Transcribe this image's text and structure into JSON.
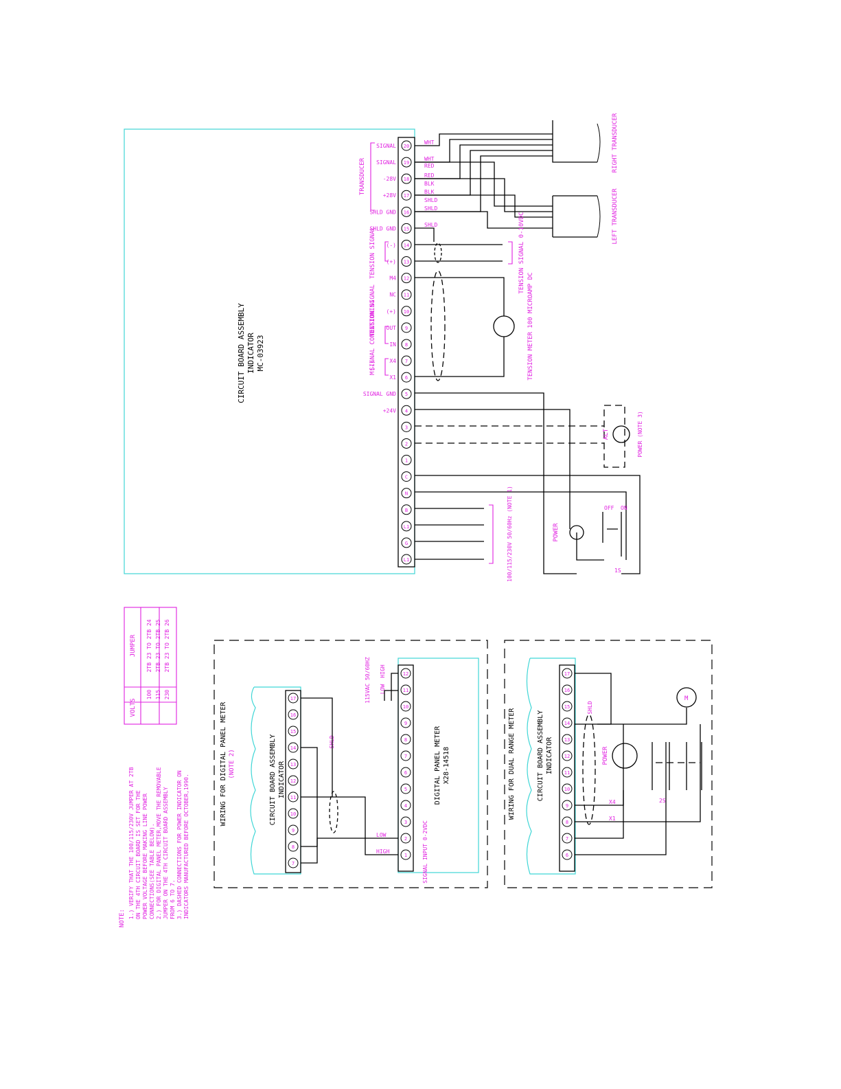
{
  "main_board": {
    "title": "CIRCUIT BOARD ASSEMBLY",
    "subtitle": "INDICATOR",
    "part_no": "MC-03923"
  },
  "terminals": [
    {
      "num": "20",
      "label": "SIGNAL"
    },
    {
      "num": "19",
      "label": "SIGNAL"
    },
    {
      "num": "18",
      "label": "-28V"
    },
    {
      "num": "17",
      "label": "+28V"
    },
    {
      "num": "16",
      "label": "SHLD GND"
    },
    {
      "num": "15",
      "label": "SHLD GND"
    },
    {
      "num": "14",
      "label": "(-)"
    },
    {
      "num": "13",
      "label": "(+)"
    },
    {
      "num": "12",
      "label": "M4"
    },
    {
      "num": "11",
      "label": "NC"
    },
    {
      "num": "10",
      "label": "(+)"
    },
    {
      "num": "9",
      "label": "OUT"
    },
    {
      "num": "8",
      "label": "IN"
    },
    {
      "num": "7",
      "label": "X4"
    },
    {
      "num": "6",
      "label": "X1"
    },
    {
      "num": "5",
      "label": "SIGNAL GND"
    },
    {
      "num": "4",
      "label": "+24V"
    },
    {
      "num": "3",
      "label": ""
    },
    {
      "num": "2",
      "label": ""
    },
    {
      "num": "1",
      "label": ""
    },
    {
      "num": "C",
      "label": ""
    },
    {
      "num": "N",
      "label": ""
    },
    {
      "num": "B",
      "label": ""
    },
    {
      "num": "L1",
      "label": ""
    },
    {
      "num": "G",
      "label": ""
    },
    {
      "num": "L1",
      "label": ""
    }
  ],
  "groups": {
    "transducer": "TRANSDUCER",
    "tension_signal": "TENSION SIGNAL",
    "tension_signal_plus": "TENSION SIGNAL",
    "signal_conditioning": "SIGNAL CONDITIONING",
    "m_minus": "M(-)"
  },
  "wire_labels": [
    "WHT",
    "WHT",
    "RED",
    "RED",
    "BLK",
    "BLK",
    "SHLD",
    "SHLD",
    "SHLD"
  ],
  "right_transducer": "RIGHT TRANSDUCER",
  "left_transducer": "LEFT TRANSDUCER",
  "tension_out": "TENSION SIGNAL 0-10VDC",
  "tension_meter": "TENSION METER 100 MICROAMP DC",
  "power_alt": "ALT",
  "power_note3": "POWER (NOTE 3)",
  "power_lamp": "POWER",
  "switch_off": "OFF",
  "switch_on": "ON",
  "switch_1s": "1S",
  "line_voltage": "100/115/230V 50/60Hz (NOTE 1)",
  "jumper_table": {
    "header_volts": "VOLTS",
    "header_jumper": "JUMPER",
    "rows": [
      {
        "volts": "100",
        "jumper": "2TB 23 TO 2TB 24"
      },
      {
        "volts": "115",
        "jumper": "2TB 23 TO 2TB 25"
      },
      {
        "volts": "230",
        "jumper": "2TB 23 TO 2TB 26"
      }
    ]
  },
  "notes": {
    "heading": "NOTE:",
    "lines": [
      "1.) VERIFY THAT THE 100/115/230V JUMPER AT 2TB",
      "ON THE 4TH CIRCUIT BOARD IS SET FOR THE",
      "POWER VOLTAGE BEFORE MAKING LINE POWER",
      "CONNECTIONS(SEE TABLE BELOW).",
      "2.) FOR DIGITAL PANEL METER,MOVE THE REMOVABLE",
      "JUMPER ON THE 4TH CIRCUIT BOARD ASSEMBLY",
      "FROM 6 TO 7.",
      "3.) DASHED CONNECTIONS FOR POWER INDICATOR ON",
      "INDICATORS MANUFACTURED BEFORE OCTOBER,1990."
    ]
  },
  "dpm_box": {
    "title": "WIRING FOR DIGITAL PANEL METER",
    "note": "(NOTE 2)",
    "board_title": "CIRCUIT BOARD ASSEMBLY",
    "board_sub": "INDICATOR",
    "meter_title": "DIGITAL PANEL METER",
    "meter_part": "X28-14518",
    "power_in": "115VAC 50/60HZ",
    "low": "LOW",
    "high": "HIGH",
    "low2": "LOW",
    "high2": "HIGH",
    "shld": "SHLD",
    "signal_input": "SIGNAL INPUT 0-2VDC",
    "board_terms": [
      "17",
      "16",
      "15",
      "14",
      "13",
      "12",
      "11",
      "10",
      "9",
      "8",
      "7"
    ],
    "meter_terms": [
      "12",
      "11",
      "10",
      "9",
      "8",
      "7",
      "6",
      "5",
      "4",
      "3",
      "2",
      "1"
    ]
  },
  "drm_box": {
    "title": "WIRING FOR DUAL RANGE METER",
    "board_title": "CIRCUIT BOARD ASSEMBLY",
    "board_sub": "INDICATOR",
    "shld": "SHLD",
    "power": "POWER",
    "x4": "X4",
    "x1": "X1",
    "meter": "M",
    "switch_2s": "2S",
    "board_terms": [
      "17",
      "16",
      "15",
      "14",
      "13",
      "12",
      "11",
      "10",
      "9",
      "8",
      "7",
      "6"
    ]
  }
}
